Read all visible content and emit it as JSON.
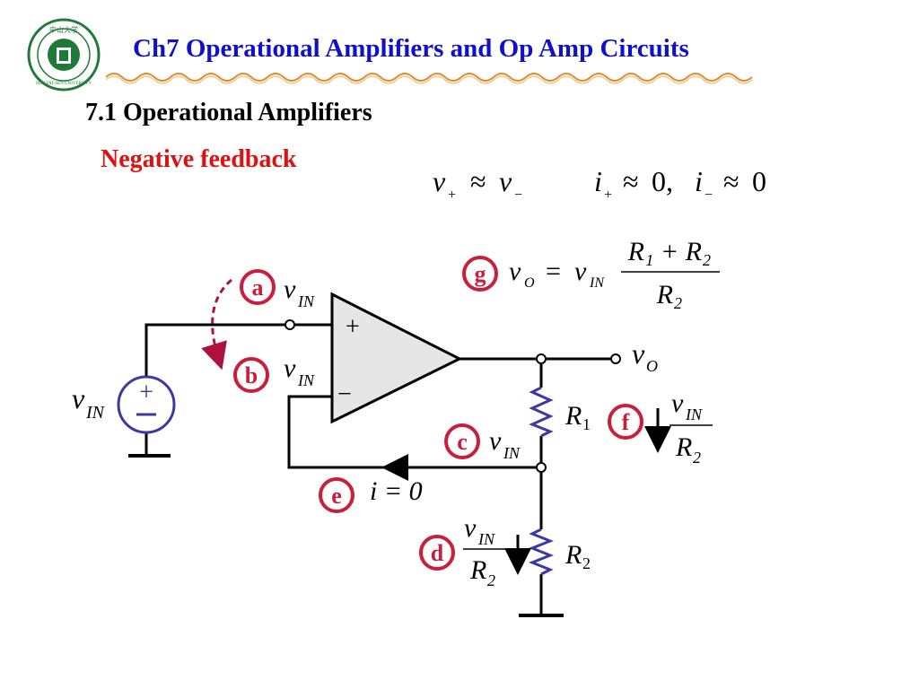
{
  "header": {
    "title": "Ch7 Operational Amplifiers and Op Amp Circuits",
    "logo_text": "SUN YAT-SEN UNIVERSITY",
    "logo_cn": "中山大学"
  },
  "section": {
    "heading": "7.1 Operational Amplifiers",
    "subheading": "Negative feedback"
  },
  "equations": {
    "v_plus": "v",
    "plus_sub": "+",
    "approx": "≈",
    "v_minus": "v",
    "minus_sub": "−",
    "i_plus": "i",
    "i_plus_sub": "+",
    "zero": "0,",
    "i_minus": "i",
    "i_minus_sub": "−",
    "zero2": "0"
  },
  "gain_eq": {
    "lhs_v": "v",
    "lhs_sub": "O",
    "equals": "=",
    "rhs_v": "v",
    "rhs_sub": "IN",
    "num": "R₁ + R₂",
    "den": "R₂"
  },
  "circuit": {
    "source_label_v": "v",
    "source_label_sub": "IN",
    "plus_sign": "+",
    "minus_sign": "−",
    "opamp_plus": "+",
    "opamp_minus": "−",
    "out_v": "v",
    "out_sub": "O",
    "R1": "R",
    "R1_sub": "1",
    "R2": "R",
    "R2_sub": "2",
    "current_i": "i = 0"
  },
  "steps": {
    "a": {
      "label": "a",
      "v": "v",
      "sub": "IN"
    },
    "b": {
      "label": "b",
      "v": "v",
      "sub": "IN"
    },
    "c": {
      "label": "c",
      "v": "v",
      "sub": "IN"
    },
    "d": {
      "label": "d",
      "frac_num_v": "v",
      "frac_num_sub": "IN",
      "frac_den": "R",
      "frac_den_sub": "2"
    },
    "e": {
      "label": "e"
    },
    "f": {
      "label": "f",
      "frac_num_v": "v",
      "frac_num_sub": "IN",
      "frac_den": "R",
      "frac_den_sub": "2"
    },
    "g": {
      "label": "g"
    }
  },
  "colors": {
    "title": "#0f0fcc",
    "red": "#e01010",
    "badge": "#c8203c",
    "logo_green": "#1f7a3a",
    "opamp_fill": "#e6e6e6",
    "resistor": "#3a3aa0",
    "source": "#3a3aa0",
    "dashed_arrow": "#b01040",
    "wave": "#e08a30"
  }
}
